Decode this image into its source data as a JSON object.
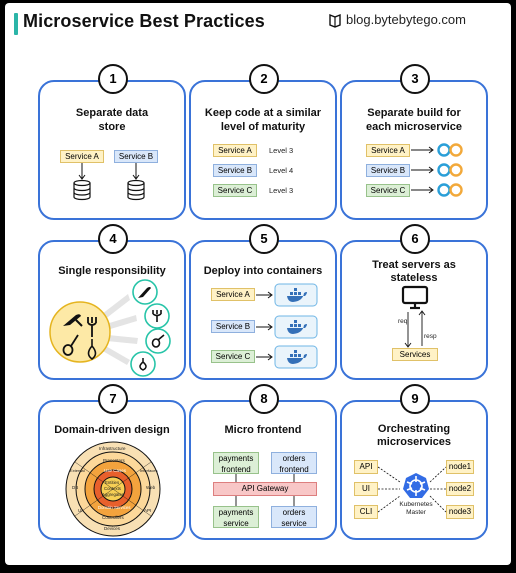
{
  "header": {
    "title": "Microservice Best Practices",
    "brand": "blog.bytebytego.com"
  },
  "cards": [
    {
      "number": "1",
      "title": [
        "Separate data",
        "store"
      ],
      "services": [
        "Service A",
        "Service B"
      ]
    },
    {
      "number": "2",
      "title": [
        "Keep code at a similar",
        "level of maturity"
      ],
      "rows": [
        {
          "service": "Service A",
          "level": "Level 3"
        },
        {
          "service": "Service B",
          "level": "Level 4"
        },
        {
          "service": "Service C",
          "level": "Level 3"
        }
      ]
    },
    {
      "number": "3",
      "title": [
        "Separate build for",
        "each microservice"
      ],
      "services": [
        "Service A",
        "Service B",
        "Service C"
      ]
    },
    {
      "number": "4",
      "title": [
        "Single responsibility"
      ]
    },
    {
      "number": "5",
      "title": [
        "Deploy into containers"
      ],
      "services": [
        "Service A",
        "Service B",
        "Service C"
      ]
    },
    {
      "number": "6",
      "title": [
        "Treat servers as",
        "stateless"
      ],
      "req": "req",
      "resp": "resp",
      "services": "Services"
    },
    {
      "number": "7",
      "title": [
        "Domain-driven design"
      ],
      "rings": {
        "outer_top": "Infrastructure",
        "presenters": "Presenters",
        "use_cases": "Use Cases",
        "core": [
          "Entities",
          "Contexts",
          "Aggregates"
        ],
        "domain_services": "Domain Services",
        "controllers": "Controllers",
        "devices": "Devices",
        "left": "DB",
        "right": "Web",
        "outer_left": "External",
        "outer_right": "Interfaces",
        "ui": "UI",
        "api": "API"
      }
    },
    {
      "number": "8",
      "title": [
        "Micro frontend"
      ],
      "payments_frontend": [
        "payments",
        "frontend"
      ],
      "orders_frontend": [
        "orders",
        "frontend"
      ],
      "gateway": "API Gateway",
      "payments_service": [
        "payments",
        "service"
      ],
      "orders_service": [
        "orders",
        "service"
      ]
    },
    {
      "number": "9",
      "title": [
        "Orchestrating",
        "microservices"
      ],
      "clients": [
        "API",
        "UI",
        "CLI"
      ],
      "master": [
        "Kubernetes",
        "Master"
      ],
      "nodes": [
        "node1",
        "node2",
        "node3"
      ]
    }
  ],
  "colors": {
    "card_border": "#3a73d8",
    "accent": "#2bb5a8",
    "gateway": "#f8c7c7",
    "kubernetes": "#326ce5"
  }
}
